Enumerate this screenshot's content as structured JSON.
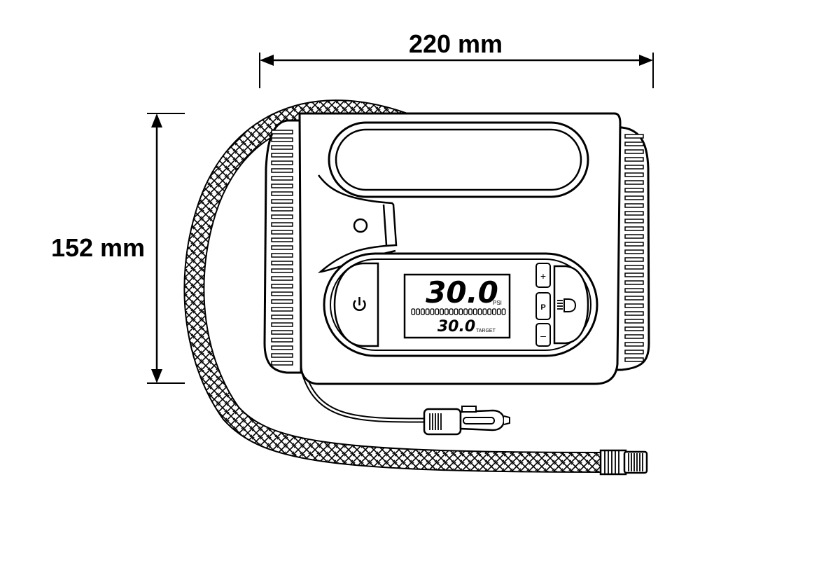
{
  "dimensions": {
    "width_label": "220 mm",
    "height_label": "152 mm"
  },
  "display": {
    "current_pressure": "30.0",
    "unit": "PSI",
    "target_pressure": "30.0",
    "target_label": "TARGET",
    "bar_segments": 20
  },
  "buttons": {
    "plus": "+",
    "preset": "P",
    "minus": "–"
  },
  "colors": {
    "line": "#000000",
    "fill": "#ffffff"
  }
}
